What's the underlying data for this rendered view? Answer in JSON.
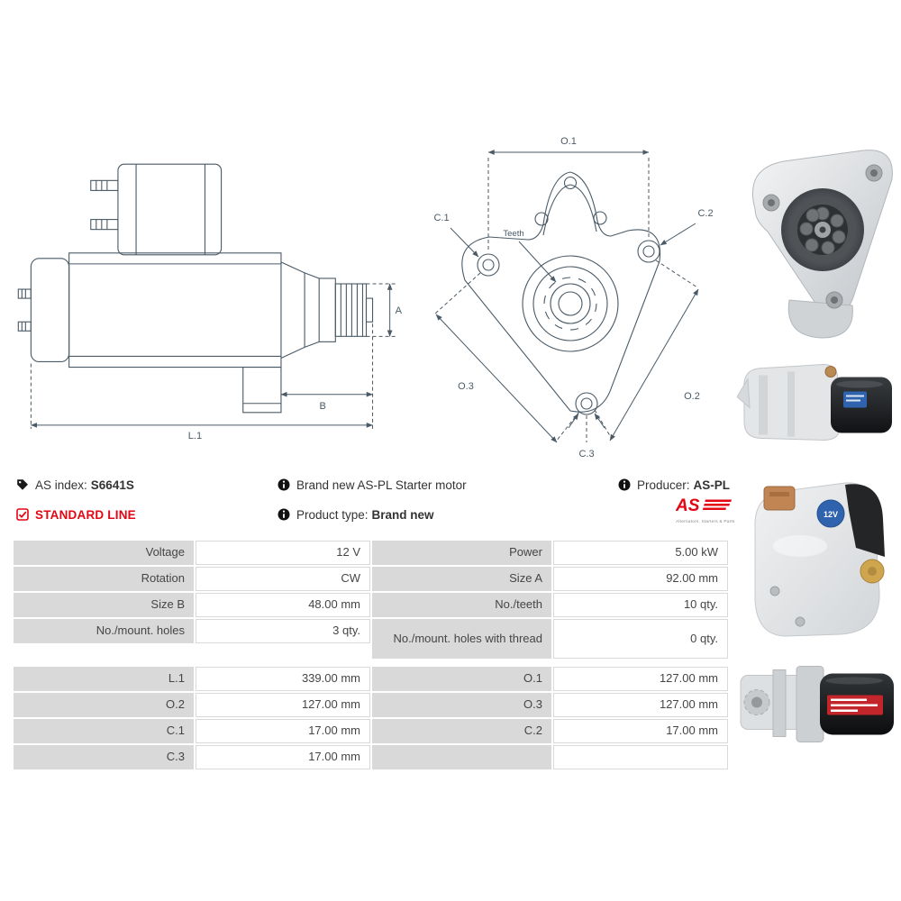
{
  "info": {
    "as_index_label": "AS index:",
    "as_index_value": "S6641S",
    "standard_line": "STANDARD LINE",
    "description": "Brand new AS-PL Starter motor",
    "product_type_label": "Product type:",
    "product_type_value": "Brand new",
    "producer_label": "Producer:",
    "producer_value": "AS-PL"
  },
  "logo": {
    "text": "AS",
    "subtitle": "Alternators, Starters & Parts"
  },
  "diagram": {
    "front": {
      "o1": "O.1",
      "c1": "C.1",
      "c2": "C.2",
      "teeth": "Teeth",
      "o3": "O.3",
      "o2": "O.2",
      "c3": "C.3"
    },
    "side": {
      "a": "A",
      "b": "B",
      "l1": "L.1"
    }
  },
  "photos": {
    "sticker_12v": "12V"
  },
  "table": {
    "groups": [
      {
        "rows": [
          {
            "l1": "Voltage",
            "v1": "12 V",
            "l2": "Power",
            "v2": "5.00 kW"
          },
          {
            "l1": "Rotation",
            "v1": "CW",
            "l2": "Size A",
            "v2": "92.00 mm"
          },
          {
            "l1": "Size B",
            "v1": "48.00 mm",
            "l2": "No./teeth",
            "v2": "10 qty."
          },
          {
            "l1": "No./mount. holes",
            "v1": "3 qty.",
            "l2": "No./mount. holes with thread",
            "v2": "0 qty."
          }
        ]
      },
      {
        "rows": [
          {
            "l1": "L.1",
            "v1": "339.00 mm",
            "l2": "O.1",
            "v2": "127.00 mm"
          },
          {
            "l1": "O.2",
            "v1": "127.00 mm",
            "l2": "O.3",
            "v2": "127.00 mm"
          },
          {
            "l1": "C.1",
            "v1": "17.00 mm",
            "l2": "C.2",
            "v2": "17.00 mm"
          },
          {
            "l1": "C.3",
            "v1": "17.00 mm",
            "l2": "",
            "v2": ""
          }
        ]
      }
    ]
  },
  "colors": {
    "accent_red": "#e30613",
    "drawing_line": "#4a5a66",
    "table_label_bg": "#d9d9d9",
    "photo_sticker_blue": "#2f63ad",
    "photo_label_red": "#c2262a"
  }
}
